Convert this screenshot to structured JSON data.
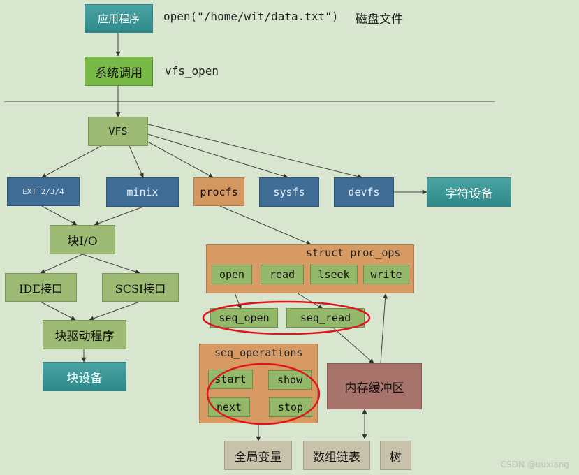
{
  "top": {
    "app": "应用程序",
    "open_call": "open(\"/home/wit/data.txt\")",
    "disk_file": "磁盘文件",
    "syscall": "系统调用",
    "vfs_open": "vfs_open"
  },
  "vfs": "VFS",
  "filesystems": {
    "ext": "EXT 2/3/4",
    "minix": "minix",
    "procfs": "procfs",
    "sysfs": "sysfs",
    "devfs": "devfs",
    "char_device": "字符设备"
  },
  "block": {
    "block_io": "块I/O",
    "ide": "IDE接口",
    "scsi": "SCSI接口",
    "driver": "块驱动程序",
    "device": "块设备"
  },
  "proc_ops": {
    "title": "struct proc_ops",
    "items": [
      "open",
      "read",
      "lseek",
      "write"
    ]
  },
  "seq": {
    "seq_open": "seq_open",
    "seq_read": "seq_read"
  },
  "seq_operations": {
    "title": "seq_operations",
    "items": [
      "start",
      "show",
      "next",
      "stop"
    ]
  },
  "memory_buffer": "内存缓冲区",
  "bottom": {
    "globals": "全局变量",
    "array_list": "数组链表",
    "tree": "树"
  },
  "watermark": "CSDN @uuxiang",
  "colors": {
    "background": "#d9e6cf",
    "highlight": "#e0141e",
    "teal": "#2e8a8a",
    "green": "#79b947",
    "blue": "#3f6d96",
    "orange": "#d69a62"
  }
}
